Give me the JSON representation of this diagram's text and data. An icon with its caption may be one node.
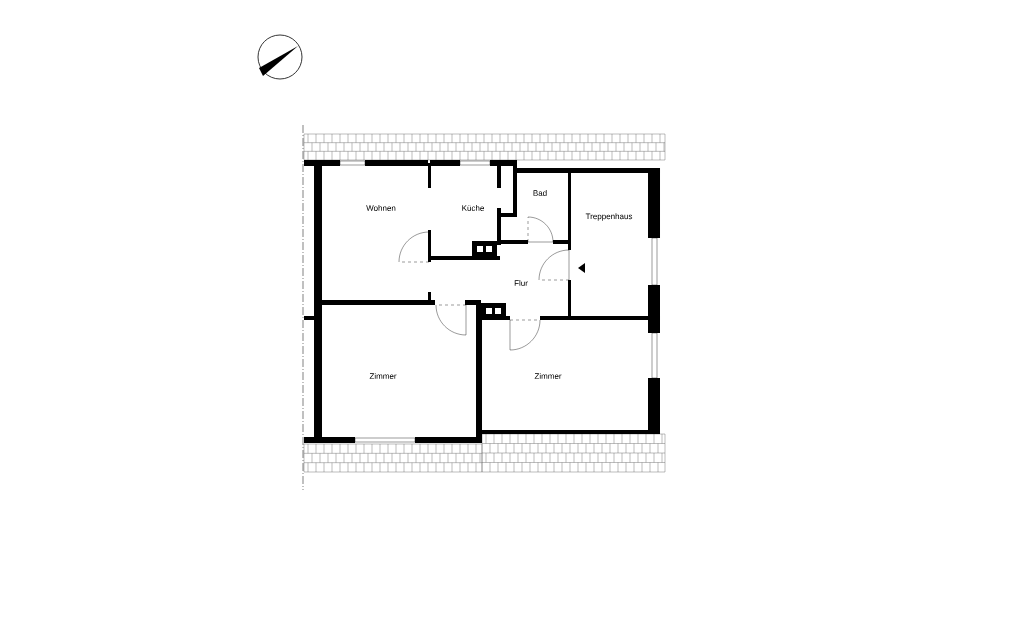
{
  "diagram": {
    "labels": [
      "Wohnen",
      "Küche",
      "Bad",
      "Treppenhaus",
      "Flur",
      "Zimmer",
      "Zimmer"
    ]
  }
}
